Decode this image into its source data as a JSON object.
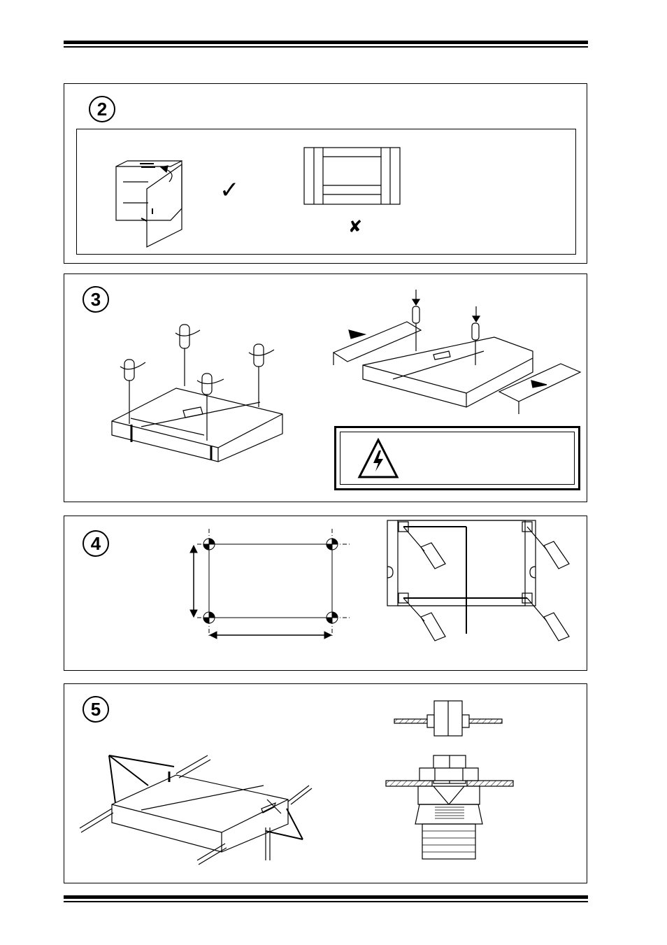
{
  "steps": [
    {
      "number": "2"
    },
    {
      "number": "3"
    },
    {
      "number": "4"
    },
    {
      "number": "5"
    }
  ],
  "step2": {
    "correct_mark": "✓",
    "wrong_mark": "✘"
  },
  "step3": {
    "warning_icon": "high-voltage-warning-icon"
  },
  "colors": {
    "ink": "#000000",
    "paper": "#ffffff",
    "hatch": "#555555"
  }
}
